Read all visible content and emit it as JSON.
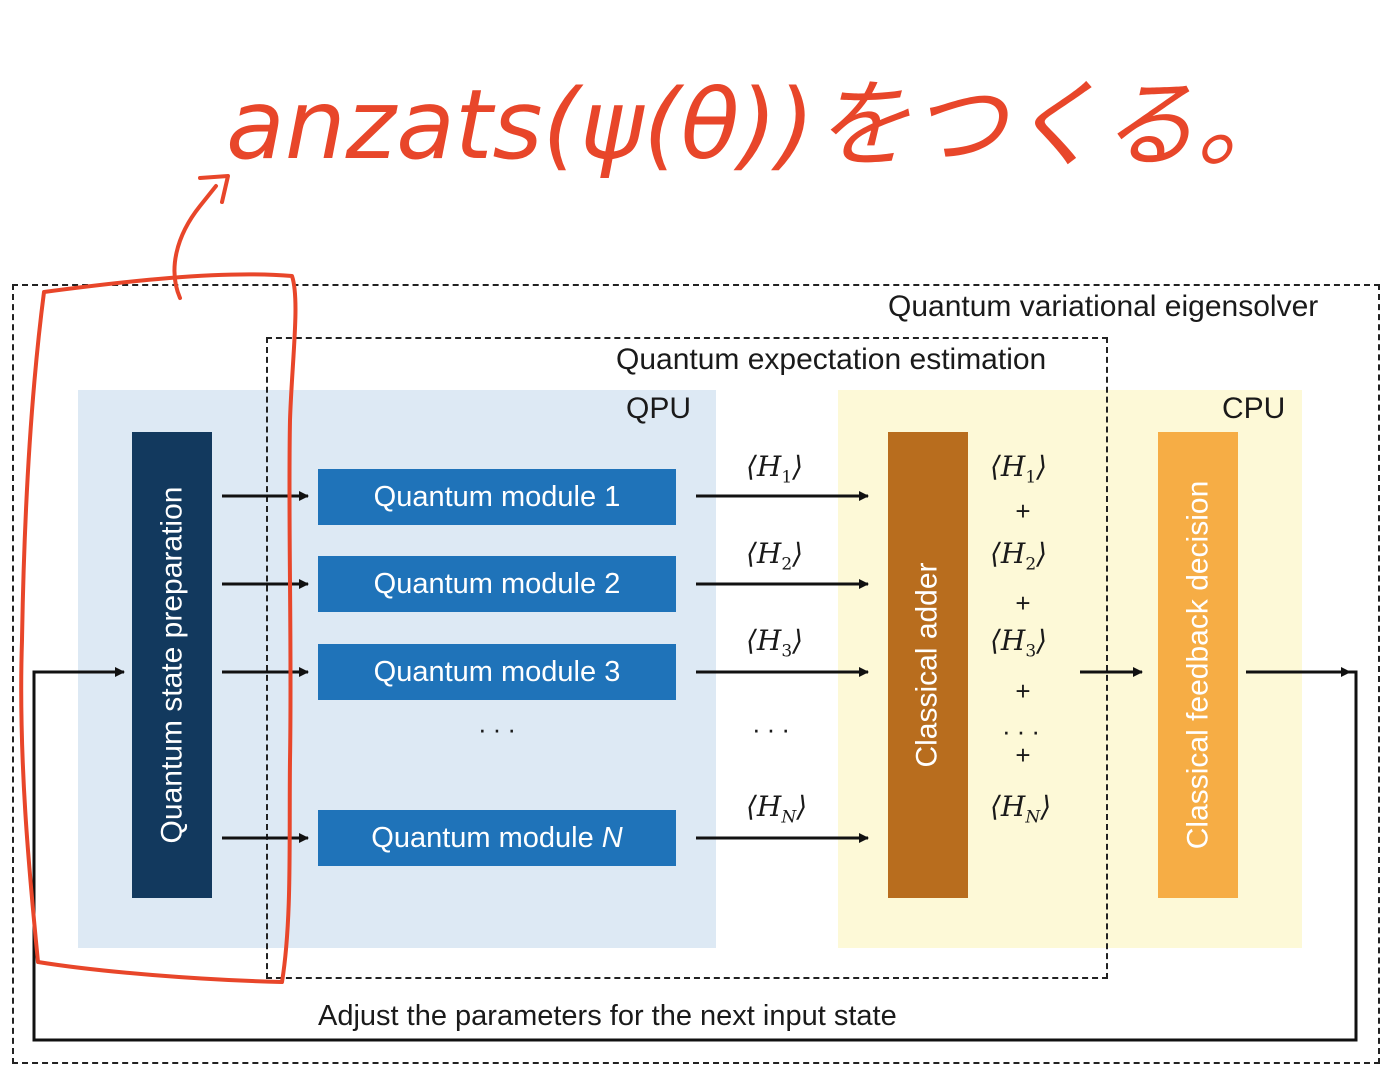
{
  "annotation": {
    "handwritten_note": "anzats(ψ(θ))をつくる。",
    "color": "#e8462a"
  },
  "labels": {
    "outer_box": "Quantum variational eigensolver",
    "inner_box": "Quantum expectation estimation",
    "qpu": "QPU",
    "cpu": "CPU",
    "feedback": "Adjust the parameters for the next input state"
  },
  "blocks": {
    "state_prep": "Quantum state preparation",
    "adder": "Classical adder",
    "decision": "Classical feedback decision"
  },
  "modules": [
    {
      "prefix": "Quantum module ",
      "index": "1"
    },
    {
      "prefix": "Quantum module ",
      "index": "2"
    },
    {
      "prefix": "Quantum module ",
      "index": "3"
    },
    {
      "prefix": "Quantum module ",
      "index": "N"
    }
  ],
  "expectations": [
    "1",
    "2",
    "3",
    "N"
  ],
  "ellipsis": "···",
  "plus": "+",
  "colors": {
    "qpu_bg": "#dde9f4",
    "cpu_bg": "#fdf9d7",
    "state_prep": "#12395e",
    "module": "#1f73b9",
    "adder": "#b86d1e",
    "decision": "#f6ad45"
  }
}
